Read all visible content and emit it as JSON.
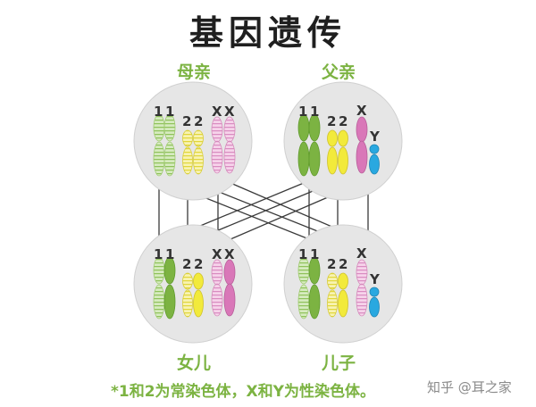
{
  "title": "基因遗传",
  "labels": {
    "mother": "母亲",
    "father": "父亲",
    "daughter": "女儿",
    "son": "儿子"
  },
  "footnote": "*1和2为常染色体，X和Y为性染色体。",
  "watermark": "知乎 @耳之家",
  "chromosome_labels": {
    "one": "1",
    "two": "2",
    "x": "X",
    "y": "Y"
  },
  "colors": {
    "green_dark": "#7cb342",
    "green_light": "#c5e1a5",
    "yellow": "#f2ea3b",
    "yellow_light": "#f7f2a6",
    "pink": "#e8a0d0",
    "pink_light": "#f3cce6",
    "blue": "#29a8e0",
    "circle": "#e6e6e6"
  }
}
